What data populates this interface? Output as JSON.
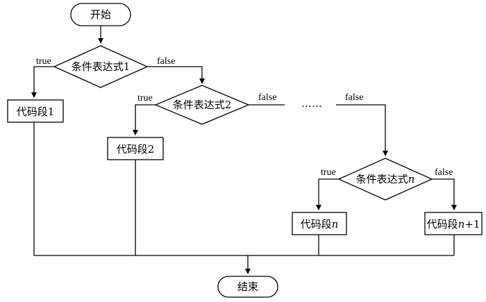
{
  "nodes": {
    "start": "开始",
    "end": "结束",
    "cond1": "条件表达式1",
    "cond2": "条件表达式2",
    "condn_prefix": "条件表达式",
    "condn_var": "n",
    "code1": "代码段1",
    "code2": "代码段2",
    "coden_prefix": "代码段",
    "coden_var": "n",
    "coden1_prefix": "代码段",
    "coden1_var": "n",
    "coden1_suffix": "+1"
  },
  "edges": {
    "true_label": "true",
    "false_label": "false",
    "ellipsis": "……"
  }
}
